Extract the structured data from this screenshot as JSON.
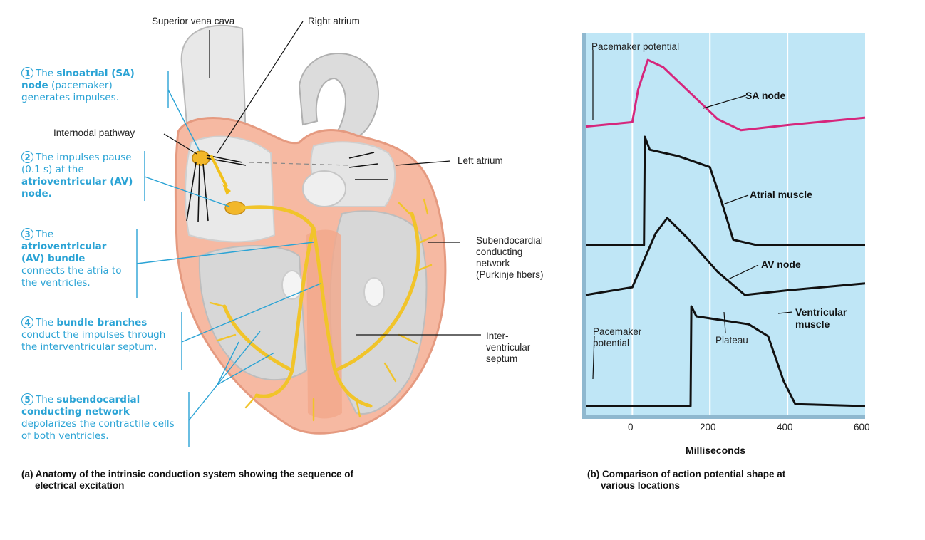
{
  "panel_a": {
    "labels": {
      "superior_vena_cava": "Superior vena cava",
      "right_atrium": "Right atrium",
      "internodal_pathway": "Internodal pathway",
      "left_atrium": "Left atrium",
      "subendocardial": "Subendocardial conducting network (Purkinje fibers)",
      "subendo_l1": "Subendocardial",
      "subendo_l2": "conducting",
      "subendo_l3": "network",
      "subendo_l4": "(Purkinje fibers)",
      "interventricular_l1": "Inter-",
      "interventricular_l2": "ventricular",
      "interventricular_l3": "septum"
    },
    "steps": [
      {
        "num": "1",
        "pre": "The ",
        "bold": "sinoatrial (SA) node",
        "post": " (pacemaker) generates impulses."
      },
      {
        "num": "2",
        "pre": "The impulses pause (0.1 s) at the ",
        "bold": "atrioventricular (AV) node.",
        "post": ""
      },
      {
        "num": "3",
        "pre": "The ",
        "bold": "atrioventricular (AV) bundle",
        "post": " connects the atria to the ventricles."
      },
      {
        "num": "4",
        "pre": "The ",
        "bold": "bundle branches",
        "post": " conduct the impulses through the interventricular septum."
      },
      {
        "num": "5",
        "pre": "The ",
        "bold": "subendocardial conducting network",
        "post": " depolarizes the contractile cells of both ventricles."
      }
    ],
    "caption_l1": "(a) Anatomy of the intrinsic conduction system showing the sequence of",
    "caption_l2": "electrical excitation"
  },
  "panel_b": {
    "caption_l1": "(b) Comparison of action potential shape at",
    "caption_l2": "various locations",
    "pacemaker_top": "Pacemaker potential",
    "pacemaker_bottom_l1": "Pacemaker",
    "pacemaker_bottom_l2": "potential",
    "plateau": "Plateau"
  },
  "chart_data": {
    "type": "line",
    "xlabel": "Milliseconds",
    "x_ticks": [
      "0",
      "200",
      "400",
      "600"
    ],
    "xlim": [
      -120,
      600
    ],
    "grid": true,
    "colors": {
      "background": "#bfe6f6",
      "sa_node": "#d6267c",
      "other": "#111111"
    },
    "series": [
      {
        "name": "SA node",
        "x": [
          -120,
          0,
          15,
          40,
          80,
          150,
          220,
          280,
          400,
          600
        ],
        "y": [
          0.1,
          0.16,
          0.6,
          1.0,
          0.9,
          0.55,
          0.2,
          0.05,
          0.12,
          0.22
        ]
      },
      {
        "name": "Atrial muscle",
        "x": [
          -120,
          30,
          32,
          45,
          120,
          200,
          230,
          260,
          320,
          600
        ],
        "y": [
          0.0,
          0.0,
          1.0,
          0.88,
          0.82,
          0.72,
          0.4,
          0.05,
          0.0,
          0.0
        ]
      },
      {
        "name": "AV node",
        "x": [
          -120,
          0,
          60,
          90,
          140,
          220,
          290,
          400,
          600
        ],
        "y": [
          0.0,
          0.1,
          0.8,
          1.0,
          0.75,
          0.3,
          0.0,
          0.06,
          0.15
        ]
      },
      {
        "name": "Ventricular muscle",
        "x": [
          -120,
          140,
          150,
          152,
          165,
          300,
          350,
          390,
          420,
          600
        ],
        "y": [
          0.0,
          0.0,
          0.0,
          1.0,
          0.9,
          0.82,
          0.7,
          0.25,
          0.02,
          0.0
        ]
      }
    ]
  }
}
